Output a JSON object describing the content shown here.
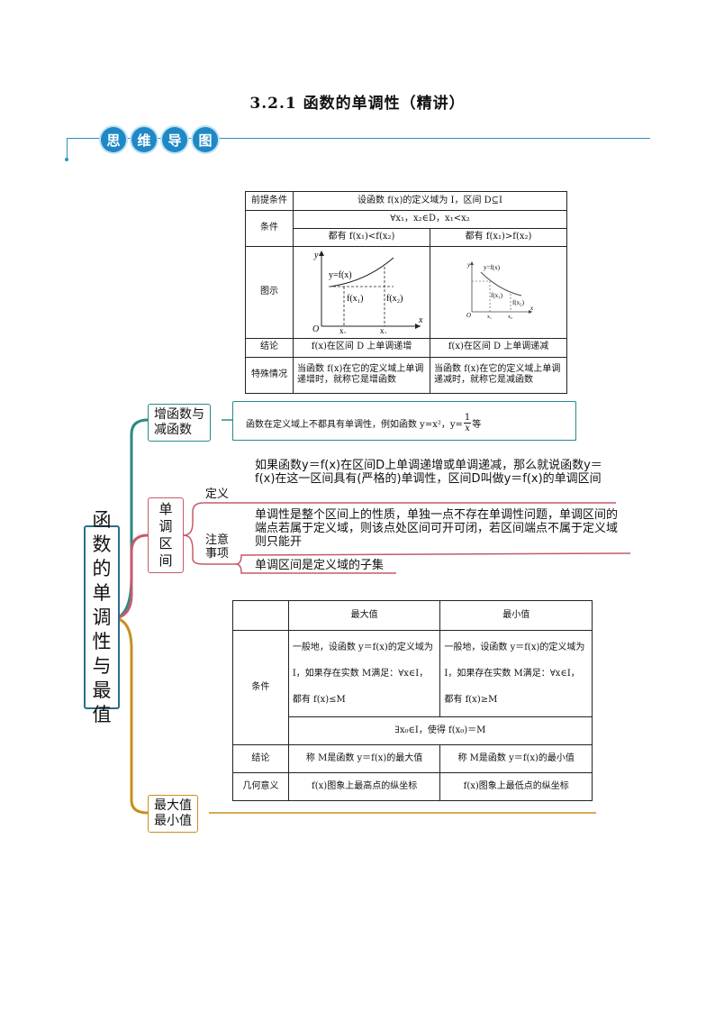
{
  "title": "3.2.1  函数的单调性（精讲）",
  "header_band": {
    "chars": [
      "思",
      "维",
      "导",
      "图"
    ]
  },
  "top_table": {
    "row1": {
      "head": "前提条件",
      "content": "设函数 f(x)的定义域为 I，区间 D⊆I"
    },
    "row2": {
      "head": "条件",
      "content": "∀x₁，x₂∈D，x₁<x₂"
    },
    "row3": {
      "left": "都有 f(x₁)<f(x₂)",
      "right": "都有 f(x₁)>f(x₂)"
    },
    "row4": {
      "head": "图示",
      "graph_left": {
        "y": "y",
        "x": "x",
        "o": "O",
        "curve": "y=f(x)",
        "f1": "f(x₁)",
        "f2": "f(x₂)",
        "x1": "x₁",
        "x2": "x₂"
      },
      "graph_right": {
        "y": "y",
        "x": "x",
        "o": "O",
        "curve": "y=f(x)",
        "f1": "f(x₁)",
        "f2": "f(x₂)",
        "x1": "x₁",
        "x2": "x₂"
      }
    },
    "row5": {
      "head": "结论",
      "left": "f(x)在区间 D 上单调递增",
      "right": "f(x)在区间 D 上单调递减"
    },
    "row6": {
      "head": "特殊情况",
      "left": "当函数 f(x)在它的定义域上单调递增时，就称它是增函数",
      "right": "当函数 f(x)在它的定义域上单调递减时，就称它是减函数"
    }
  },
  "mindmap": {
    "root": [
      "函",
      "数",
      "的",
      "单",
      "调",
      "性",
      "与",
      "最",
      "值"
    ],
    "branch1": {
      "label_line1": "增函数与",
      "label_line2": "减函数",
      "text": "函数在定义域上不都具有单调性，例如函数 y=x²，y=",
      "frac_num": "1",
      "frac_den": "x",
      "text_end": "等"
    },
    "branch2": {
      "label": [
        "单",
        "调",
        "区",
        "间"
      ],
      "def_label": "定义",
      "def_text": "如果函数y＝f(x)在区间D上单调递增或单调递减，那么就说函数y＝f(x)在这一区间具有(严格的)单调性，区间D叫做y＝f(x)的单调区间",
      "note_label_line1": "注意",
      "note_label_line2": "事项",
      "note_text1": "单调性是整个区间上的性质，单独一点不存在单调性问题，单调区间的端点若属于定义域，则该点处区间可开可闭，若区间端点不属于定义域则只能开",
      "note_text2": "单调区间是定义域的子集"
    },
    "branch3": {
      "label_line1": "最大值",
      "label_line2": "最小值",
      "table": {
        "col_max": "最大值",
        "col_min": "最小值",
        "cond_head": "条件",
        "cond_max": "一般地，设函数 y＝f(x)的定义域为 I，如果存在实数 M满足：∀x∈I，都有 f(x)≤M",
        "cond_min": "一般地，设函数 y＝f(x)的定义域为 I，如果存在实数 M满足：∀x∈I，都有 f(x)≥M",
        "cond_common": "∃x₀∈I，使得 f(x₀)＝M",
        "concl_head": "结论",
        "concl_max": "称 M是函数 y＝f(x)的最大值",
        "concl_min": "称 M是函数 y＝f(x)的最小值",
        "geo_head": "几何意义",
        "geo_max": "f(x)图象上最高点的纵坐标",
        "geo_min": "f(x)图象上最低点的纵坐标"
      }
    }
  }
}
